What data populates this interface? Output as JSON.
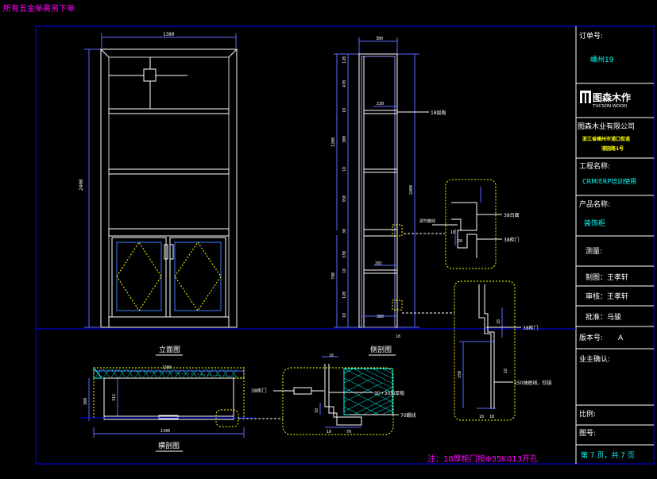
{
  "top_note": "所有五金单需另下单",
  "bottom_note": "注：18厚柜门按Φ35K013开孔",
  "views": {
    "front": "立面图",
    "side": "侧剖图",
    "plan": "横剖图"
  },
  "dims": {
    "front_width": "1380",
    "front_height": "2400",
    "side_top": "380",
    "side_height": "2400",
    "side_upper": "1200",
    "side_lower": "780",
    "side_bottom": "380",
    "side_gap_a": "470",
    "side_gap_b": "330",
    "side_depth_a": "230",
    "side_depth_b": "282",
    "side_s1": "120",
    "side_s2": "18",
    "side_s3": "18",
    "side_s4": "18",
    "side_s5": "30",
    "side_s6": "300",
    "side_s7": "350",
    "side_s8": "120",
    "side_s9": "18",
    "side_s10": "18",
    "plan_top": "1380",
    "plan_bottom": "1340",
    "plan_left": "380",
    "plan_depth": "312",
    "d1_a": "16",
    "d1_b": "10",
    "d1_c": "70",
    "d1_d": "18",
    "d3_a": "18",
    "d3_b": "150",
    "d3_c": "18",
    "d3_d": "18",
    "d3_e": "18",
    "d2_a": "20",
    "d2_b": "18"
  },
  "callouts": {
    "layer_board": "18层板",
    "top_panel": "38台面",
    "cabinet_door_a": "38柜门",
    "cabinet_door_b": "38柜门",
    "cabinet_door_c": "38柜门",
    "adjustable": "调节脚线",
    "layer_board_30": "30+30加厚板",
    "skirting": "70踢线",
    "hinge_note": "150抽屉线，铰链"
  },
  "title_block": {
    "order_no_label": "订单号:",
    "order_no": "嵊州19",
    "brand_cn": "图森木作",
    "brand_en": "TUCSON WOOD",
    "company": "图森木业有限公司",
    "address_1": "浙江省嵊州市浦口街道",
    "address_2": "浦园路1号",
    "project_label": "工程名称:",
    "project": "CRM/ERP培训使用",
    "product_label": "产品名称:",
    "product": "装饰柜",
    "survey": "测量:",
    "drawn": "制图：王孝轩",
    "checked": "审核：王孝轩",
    "approved": "批准：马骏",
    "version_label": "版本号:",
    "version": "A",
    "owner_confirm": "业主确认:",
    "scale": "比例:",
    "drawing_no": "图号:",
    "page": "第 7 页，共 7 页"
  },
  "colors": {
    "bg": "#000000",
    "frame": "#0000ff",
    "white": "#ffffff",
    "magenta": "#ff00ff",
    "cyan": "#00ffff",
    "yellow": "#ffff00",
    "dim_blue": "#5c6bff",
    "grey": "#808080"
  }
}
